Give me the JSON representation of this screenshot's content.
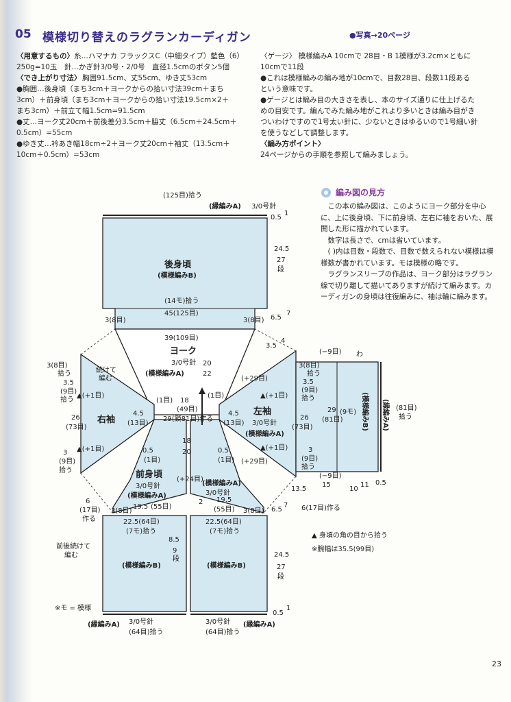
{
  "header": {
    "number": "05",
    "title": "模様切り替えのラグランカーディガン",
    "photo_ref": "●写真→20ページ"
  },
  "materials": {
    "head": "〈用意するもの〉",
    "line1": "糸…ハマナカ フラックスC（中細タイプ）藍色（6）",
    "line2": "250g=10玉　針…かぎ針3/0号・2/0号　直径1.5cmのボタン5個",
    "size_head": "〈でき上がり寸法〉",
    "size_line": "胸囲91.5cm、丈55cm、ゆき丈53cm",
    "chest1": "●胸囲…後身頃（まち3cm＋ヨークからの拾い寸法39cm＋まち",
    "chest2": "3cm）＋前身頃（まち3cm＋ヨークからの拾い寸法19.5cm×2＋",
    "chest3": "まち3cm）＋前立て幅1.5cm=91.5cm",
    "length1": "●丈…ヨーク丈20cm＋前後差分3.5cm＋脇丈（6.5cm＋24.5cm＋",
    "length2": "0.5cm）=55cm",
    "sleeve1": "●ゆき丈…衿あき幅18cm÷2＋ヨーク丈20cm＋袖丈（13.5cm＋",
    "sleeve2": "10cm＋0.5cm）=53cm"
  },
  "gauge": {
    "line1": "〈ゲージ〉 模様編みA 10cmで 28目・B 1模様が3.2cm×ともに",
    "line2": "10cmで11段",
    "note1": "●これは模様編みの編み地が10cmで、目数28目、段数11段ある",
    "note2": "という意味です。",
    "note3": "●ゲージとは編み目の大きさを表し、本のサイズ通りに仕上げるた",
    "note4": "めの目安です。編んでみた編み地がこれより多いときは編み目がき",
    "note5": "ついわけですので1号太い針に、少ないときはゆるいので1号細い針",
    "note6": "を使うなどして調整します。",
    "point_head": "〈編み方ポイント〉",
    "point_text": "24ページからの手順を参照して編みましょう。"
  },
  "guide": {
    "title": "編み図の見方",
    "p1": "この本の編み図は、このようにヨーク部分を中心に、上に後身頃、下に前身頃、左右に袖をおいた、展開した形に描かれています。",
    "p2": "数字は長さで、cmは省いています。",
    "p3": "( )内は目数・段数で、目数で数えられない模様は模様数が書かれています。モは模様の略です。",
    "p4": "ラグランスリーブの作品は、ヨーク部分はラグラン線で切り離して描いてありますが続けて編みます。カーディガンの身頃は往復編みに、袖は輪に編みます。"
  },
  "diagram": {
    "back_top": "(125目)拾う",
    "back_edge": "(縁編みA)",
    "needle30": "3/0号針",
    "d05": "0.5",
    "r1": "1",
    "dan": "段",
    "d245": "24.5",
    "r27": "27",
    "back_title": "後身頃",
    "back_pattern": "(模様編みB)",
    "back_pick": "(14モ)拾う",
    "back_width": "45(125目)",
    "d65": "6.5",
    "r7": "7",
    "gusset": "3(8目)",
    "yoke_width": "39(109目)",
    "d35": "3.5",
    "r4": "4",
    "yoke_title": "ヨーク",
    "yoke_pattern": "(模様編みA)",
    "d20": "20",
    "r22": "22",
    "inc29": "(+29目)",
    "neck_sts": "(49目)",
    "neck_w": "18",
    "one_st": "(1目)",
    "neck_make": "29(鎖81目)作る",
    "d45": "4.5",
    "r13": "(13目)",
    "d18": "18",
    "r20": "20",
    "inc24": "(+24目)",
    "right_sleeve": "右袖",
    "left_sleeve": "左袖",
    "d26": "26",
    "r73": "(73目)",
    "inc1": "▲(+1目)",
    "pick": "拾う",
    "cont": "続けて",
    "knit": "編む",
    "r9": "(9目)",
    "d3": "3",
    "d29": "29",
    "r81": "(81目)",
    "r9mo": "(9モ)",
    "dec9": "(−9目)",
    "wa": "わ",
    "cuff_pattern": "(模様編みB)",
    "cuff_edge": "(縁編みA)",
    "cuff_pick": "(81目)",
    "d135": "13.5",
    "r15": "15",
    "d10": "10",
    "r11": "11",
    "d6": "6",
    "r17": "(17目)",
    "make": "作る",
    "r17make": "6(17目)作る",
    "front_title": "前身頃",
    "front_pattern": "(模様編みA)",
    "d2": "2",
    "d195": "19.5",
    "r55": "(55目)",
    "d225": "22.5(64目)",
    "r7mo": "(7モ)拾う",
    "d85": "8.5",
    "r9d": "9",
    "front_cont1": "前後続けて",
    "front_cont2": "編む",
    "front_b": "(模様編みB)",
    "mo_note": "※モ = 模様",
    "bottom_pick": "(64目)拾う",
    "note_triangle": "▲ 身頃の角の目から拾う",
    "note_sleeve": "※腕幅は35.5(99目)"
  },
  "page_number": "23",
  "colors": {
    "fill": "#d4e8f1",
    "accent": "#3b2d8a",
    "purple": "#8a3b9e"
  }
}
